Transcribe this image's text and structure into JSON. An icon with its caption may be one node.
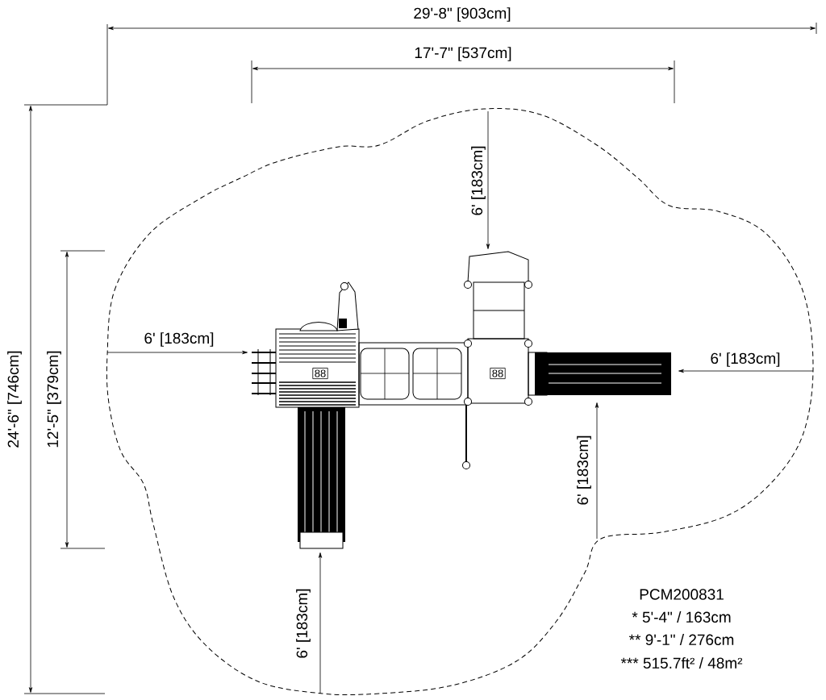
{
  "diagram": {
    "nodes": [
      {
        "text": [
          "88"
        ]
      },
      {
        "text": [
          "88"
        ]
      }
    ],
    "labels": [
      "29'-8\" [903cm]",
      "17'-7\" [537cm]",
      "6' [183cm]",
      "24'-6\" [746cm]",
      "12'-5\" [379cm]",
      "6' [183cm]",
      "6' [183cm]",
      "6' [183cm]",
      "6' [183cm]",
      "PCM200831",
      "* 5'-4\" / 163cm",
      "** 9'-1\" / 276cm",
      "*** 515.7ft² / 48m²"
    ]
  }
}
